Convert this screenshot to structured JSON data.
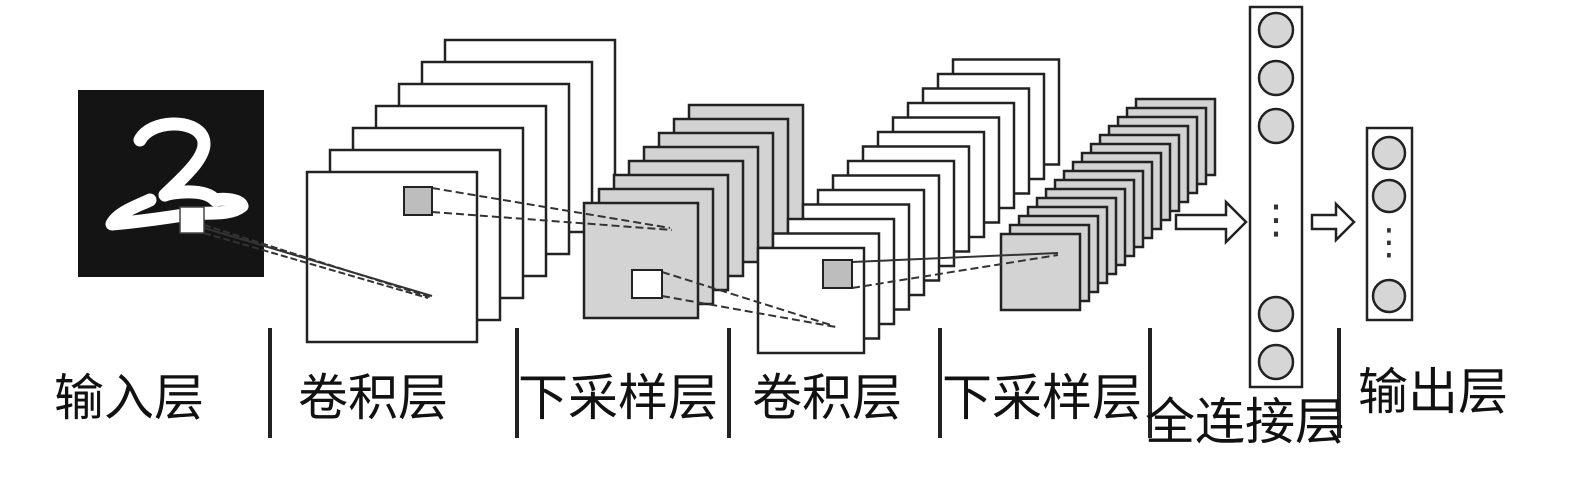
{
  "labels": {
    "input_layer": "输入层",
    "conv_layer_1": "卷积层",
    "pool_layer_1": "下采样层",
    "conv_layer_2": "卷积层",
    "pool_layer_2": "下采样层",
    "fc_layer": "全连接层",
    "output_layer": "输出层"
  },
  "ellipsis": "⋮",
  "colors": {
    "stroke": "#222222",
    "input_bg": "#141414",
    "pool_fill": "#d3d3d3",
    "node_fill": "#d6d6d6"
  }
}
